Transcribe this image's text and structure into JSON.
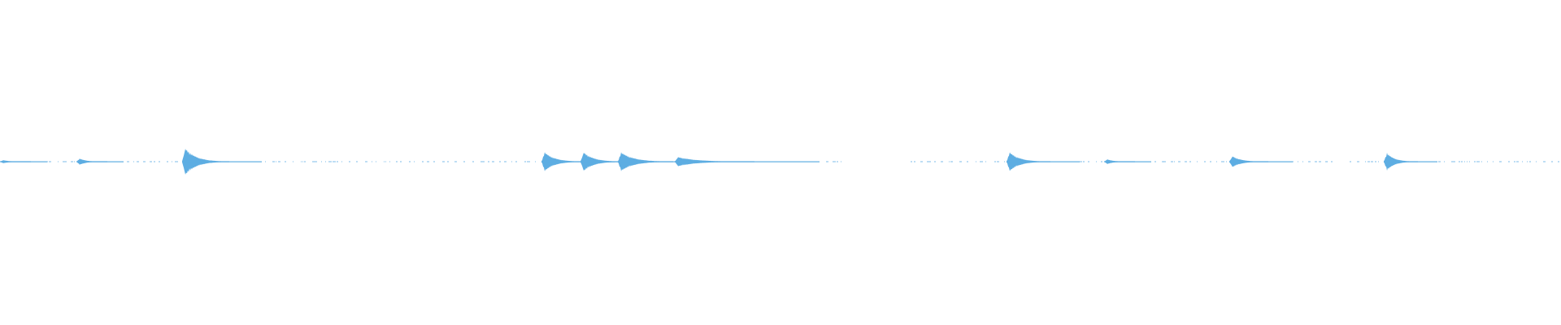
{
  "chart_data": {
    "type": "area",
    "title": "",
    "xlabel": "",
    "ylabel": "",
    "grid": false,
    "legend": "none",
    "color": "#5dade2",
    "total_bins": 960,
    "ylim": [
      -1,
      1
    ],
    "bursts": [
      {
        "bin": 2,
        "amplitude": 0.01,
        "tail_bins": 10
      },
      {
        "bin": 49,
        "amplitude": 0.02,
        "tail_bins": 10
      },
      {
        "bin": 114,
        "amplitude": 0.085,
        "tail_bins": 20
      },
      {
        "bin": 335,
        "amplitude": 0.06,
        "tail_bins": 18
      },
      {
        "bin": 359,
        "amplitude": 0.06,
        "tail_bins": 18
      },
      {
        "bin": 382,
        "amplitude": 0.06,
        "tail_bins": 25
      },
      {
        "bin": 417,
        "amplitude": 0.03,
        "tail_bins": 40
      },
      {
        "bin": 621,
        "amplitude": 0.06,
        "tail_bins": 18
      },
      {
        "bin": 681,
        "amplitude": 0.015,
        "tail_bins": 10
      },
      {
        "bin": 758,
        "amplitude": 0.035,
        "tail_bins": 15
      },
      {
        "bin": 853,
        "amplitude": 0.055,
        "tail_bins": 12
      }
    ],
    "baseline_segments": [
      [
        0,
        330
      ],
      [
        340,
        520
      ],
      [
        560,
        820
      ],
      [
        830,
        960
      ]
    ]
  }
}
